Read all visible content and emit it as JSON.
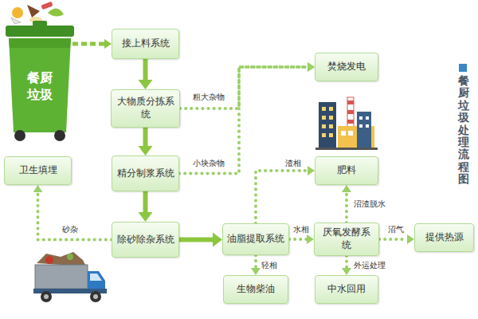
{
  "diagram": {
    "title": "餐厨垃圾处理流程图",
    "nodes": [
      {
        "text": [
          "餐厨垃圾"
        ]
      },
      {
        "text": [
          "接上料系统"
        ]
      },
      {
        "text": [
          "大物质分拣系统"
        ]
      },
      {
        "text": [
          "精分制浆系统"
        ]
      },
      {
        "text": [
          "除砂除杂系统"
        ]
      },
      {
        "text": [
          "卫生填埋"
        ]
      },
      {
        "text": [
          "焚烧发电"
        ]
      },
      {
        "text": [
          "肥料"
        ]
      },
      {
        "text": [
          "油脂提取系统"
        ]
      },
      {
        "text": [
          "厌氧发酵系统"
        ]
      },
      {
        "text": [
          "提供热源"
        ]
      },
      {
        "text": [
          "生物柴油"
        ]
      },
      {
        "text": [
          "中水回用"
        ]
      }
    ],
    "edges": [
      {
        "from": 0,
        "to": 1,
        "arrow": "to"
      },
      {
        "from": 1,
        "to": 2,
        "arrow": "to"
      },
      {
        "from": 2,
        "to": 3,
        "arrow": "to"
      },
      {
        "from": 3,
        "to": 4,
        "arrow": "to"
      },
      {
        "from": 2,
        "to": 6,
        "label": "粗大杂物",
        "arrow": "to"
      },
      {
        "from": 3,
        "to": 6,
        "label": "小块杂物",
        "arrow": "to"
      },
      {
        "from": 4,
        "to": 5,
        "label": "砂杂",
        "arrow": "to"
      },
      {
        "from": 4,
        "to": 8,
        "arrow": "to"
      },
      {
        "from": 8,
        "to": 9,
        "label": "水相",
        "arrow": "to"
      },
      {
        "from": 8,
        "to": 7,
        "label": "渣相",
        "arrow": "to"
      },
      {
        "from": 8,
        "to": 11,
        "label": "轻相",
        "arrow": "to"
      },
      {
        "from": 9,
        "to": 7,
        "label": "沼渣脱水",
        "arrow": "to"
      },
      {
        "from": 9,
        "to": 12,
        "label": "外运处理",
        "arrow": "to"
      },
      {
        "from": 9,
        "to": 10,
        "label": "沼气",
        "arrow": "to"
      }
    ]
  }
}
